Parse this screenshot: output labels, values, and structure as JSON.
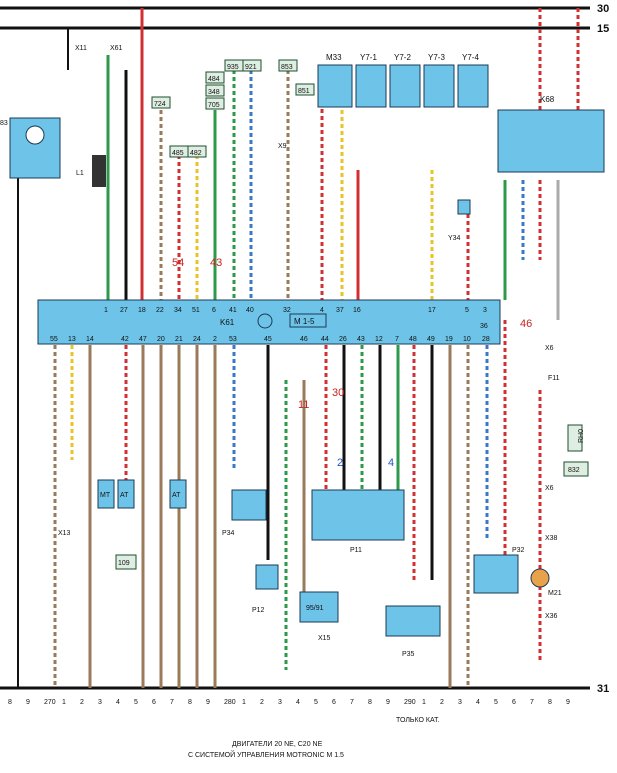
{
  "rails": {
    "rail_30_label": "30",
    "rail_15_label": "15",
    "rail_31_label": "31"
  },
  "ecu": {
    "name": "K61",
    "system": "M 1-5",
    "top_pins": [
      "1",
      "27",
      "18",
      "22",
      "34",
      "51",
      "6",
      "41",
      "40",
      "32",
      "4",
      "37",
      "16",
      "17",
      "5",
      "3"
    ],
    "bottom_pins": [
      "55",
      "13",
      "14",
      "42",
      "47",
      "20",
      "21",
      "24",
      "2",
      "53",
      "45",
      "46",
      "44",
      "26",
      "43",
      "12",
      "7",
      "48",
      "49",
      "19",
      "10",
      "28"
    ],
    "right_pin": "36"
  },
  "components": {
    "m33": "M33",
    "y7_1": "Y7-1",
    "y7_2": "Y7-2",
    "y7_3": "Y7-3",
    "y7_4": "Y7-4",
    "k68": "K68",
    "y34": "Y34",
    "l1": "L1",
    "b3": "83",
    "x9": "X9",
    "x11": "X11",
    "x61": "X61",
    "x13": "X13",
    "x15": "X15",
    "x6": "X6",
    "f11": "F11",
    "rh0": "RH0",
    "box832": "832",
    "x38": "X38",
    "x36": "X36",
    "m21": "M21",
    "p34": "P34",
    "p12": "P12",
    "p11": "P11",
    "p35": "P35",
    "p32": "P32",
    "mt": "MT",
    "at1": "AT",
    "at2": "AT",
    "box109": "109",
    "box9591": "95/91"
  },
  "wire_refs": {
    "r724": "724",
    "r485": "485",
    "r482": "482",
    "r484": "484",
    "r348": "348",
    "r705": "705",
    "r935": "935",
    "r921": "921",
    "r853": "853",
    "r851": "851"
  },
  "annotations": {
    "n54": "54",
    "n43": "43",
    "n46": "46",
    "n11": "11",
    "n30": "30",
    "n2": "2",
    "n4": "4"
  },
  "bottom_rail": {
    "group1": [
      "8",
      "9",
      "270",
      "1",
      "2",
      "3",
      "4",
      "5",
      "6",
      "7",
      "8",
      "9",
      "280",
      "1",
      "2",
      "3",
      "4",
      "5",
      "6",
      "7",
      "8",
      "9",
      "290",
      "1",
      "2",
      "3",
      "4",
      "5",
      "6",
      "7",
      "8",
      "9"
    ],
    "only_cat": "ТОЛЬКО КАТ."
  },
  "caption": {
    "line1": "ДВИГАТЕЛИ 20 NE, C20 NE",
    "line2": "С СИСТЕМОЙ УПРАВЛЕНИЯ MOTRONIC M 1.5"
  },
  "colors": {
    "ecu_fill": "#6ec4e8",
    "red_wire": "#d23030",
    "green_wire": "#2c9a4a",
    "brown_wire": "#9a7a5a",
    "black_wire": "#111111",
    "blue_wire": "#3b78c7",
    "yellow_wire": "#e8c42a"
  }
}
